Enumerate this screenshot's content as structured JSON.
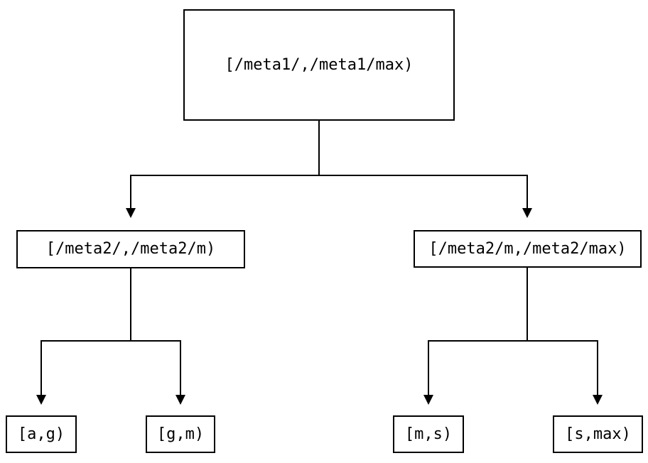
{
  "diagram": {
    "type": "tree",
    "background_color": "#ffffff",
    "line_color": "#000000",
    "node_border_color": "#000000",
    "node_text_color": "#000000",
    "nodes": {
      "root": {
        "label": "[/meta1/,/meta1/max)"
      },
      "left": {
        "label": "[/meta2/,/meta2/m)"
      },
      "right": {
        "label": "[/meta2/m,/meta2/max)"
      },
      "left_left": {
        "label": "[a,g)"
      },
      "left_right": {
        "label": "[g,m)"
      },
      "right_left": {
        "label": "[m,s)"
      },
      "right_right": {
        "label": "[s,max)"
      }
    },
    "edges": [
      {
        "from": "root",
        "to": "left"
      },
      {
        "from": "root",
        "to": "right"
      },
      {
        "from": "left",
        "to": "left_left"
      },
      {
        "from": "left",
        "to": "left_right"
      },
      {
        "from": "right",
        "to": "right_left"
      },
      {
        "from": "right",
        "to": "right_right"
      }
    ]
  }
}
